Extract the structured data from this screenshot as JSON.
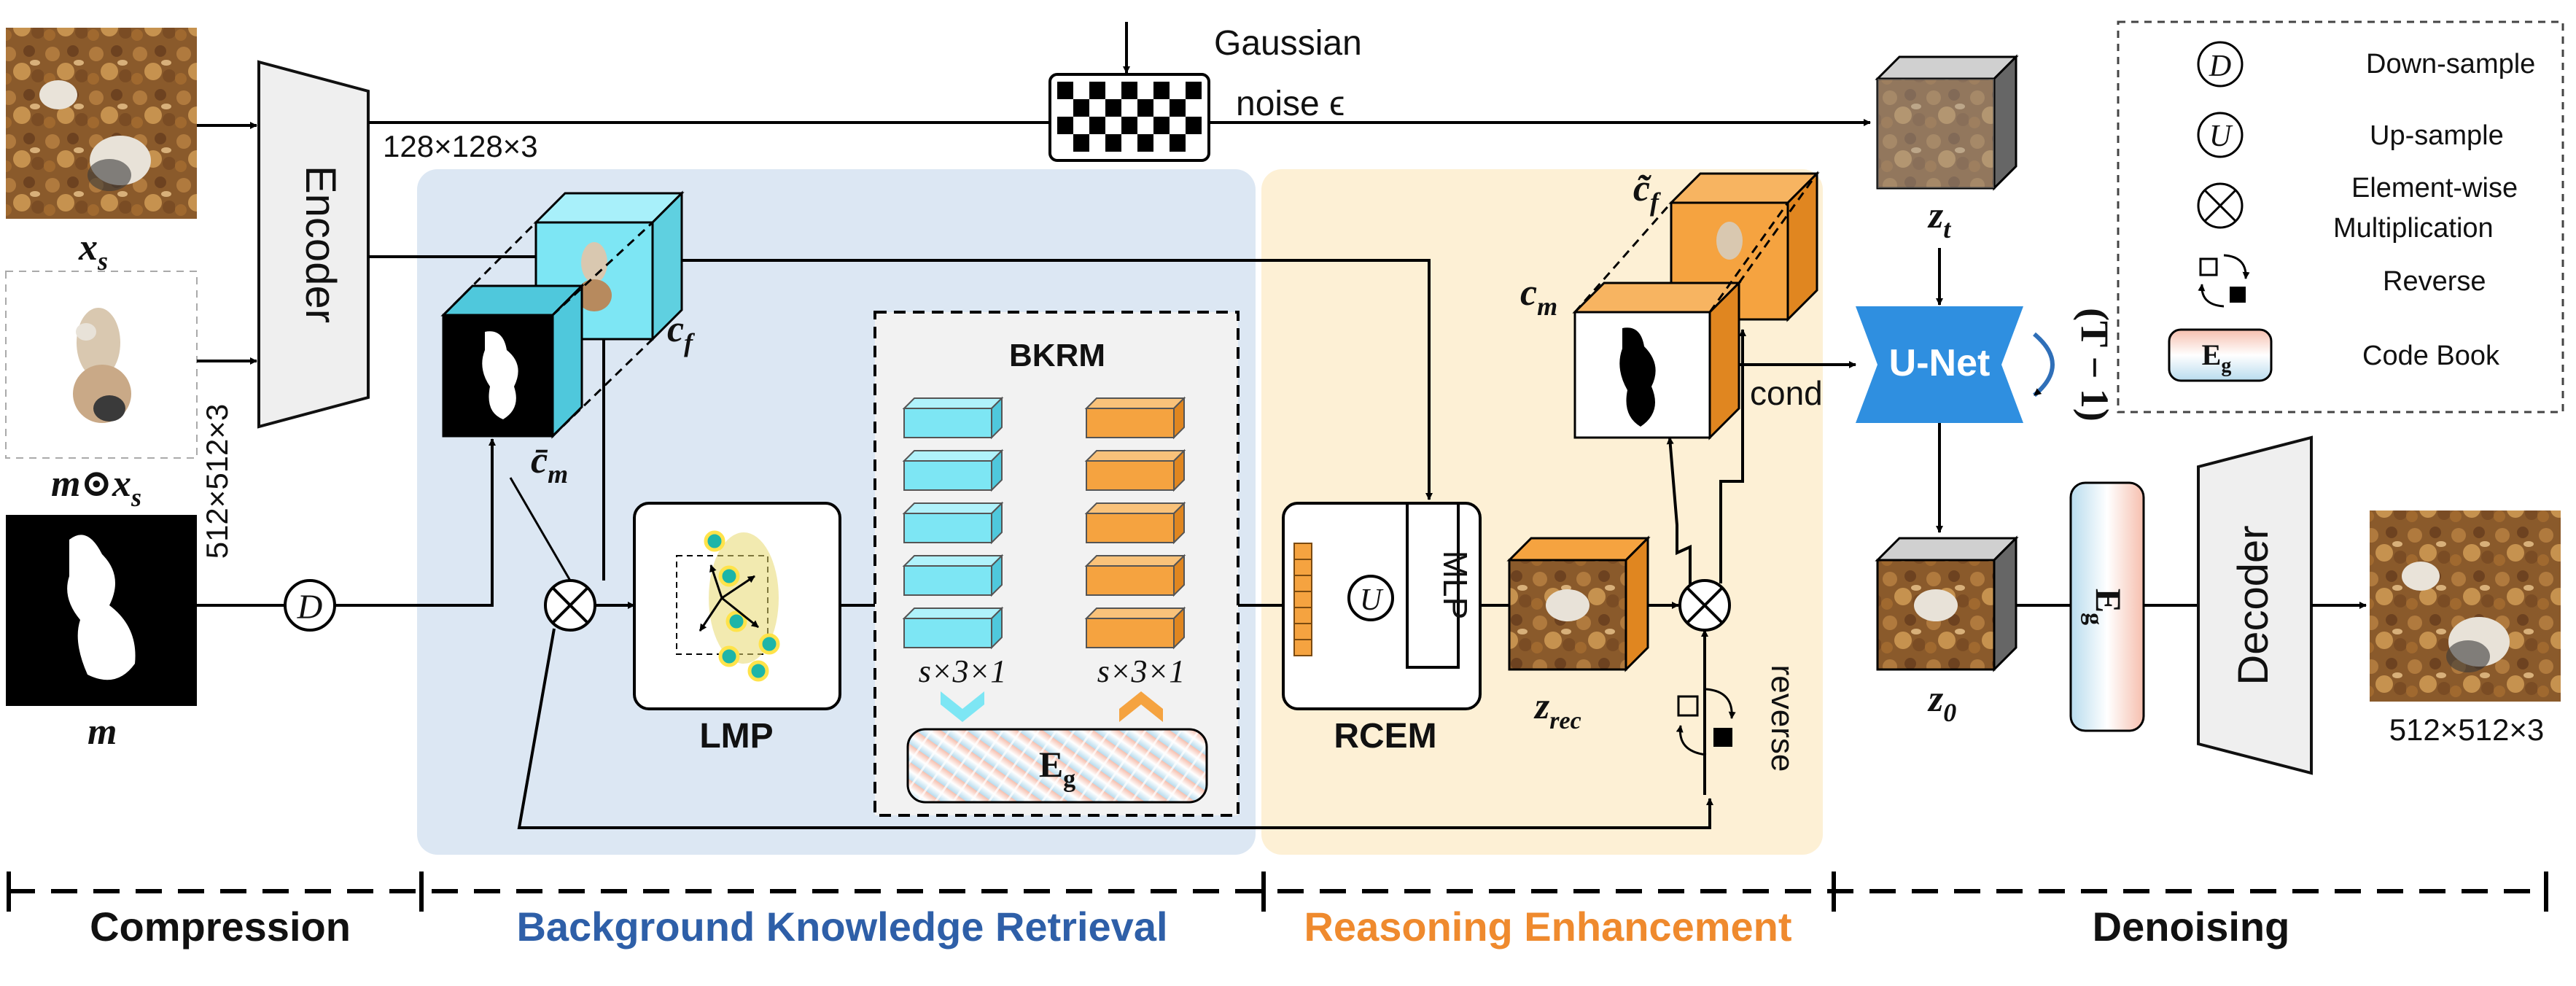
{
  "colors": {
    "retrieval_bg": "#dce7f3",
    "reasoning_bg": "#fdf0d5",
    "cyan": "#7de6f4",
    "orange": "#f5a340",
    "unet_blue": "#2f8fe0",
    "codebook_top": "#f7c7b8",
    "codebook_bottom": "#bfe0ee",
    "bkrm_bg": "#f2f2f2",
    "label_blue": "#2e5fa8",
    "label_orange": "#ef8a2e",
    "dark_text": "#111111"
  },
  "inputs": {
    "xs_label": "x",
    "xs_sub": "s",
    "mxs_label": "m⊙x",
    "mxs_sub": "s",
    "m_label": "m",
    "size_128": "128×128×3",
    "size_512_vertical": "512×512×3"
  },
  "encoder": {
    "label": "Encoder"
  },
  "decoder": {
    "label": "Decoder"
  },
  "noise": {
    "line1": "Gaussian",
    "line2": "noise ϵ"
  },
  "latents": {
    "cf_label": "c",
    "cf_sub": "f",
    "cm_bar_label": "c̄",
    "cm_bar_sub": "m",
    "cf_tilde_label": "c̃",
    "cf_tilde_sub": "f",
    "cm_label": "c",
    "cm_sub": "m",
    "zt_label": "z",
    "zt_sub": "t",
    "z0_label": "z",
    "z0_sub": "0",
    "zrec_label": "z",
    "zrec_sub": "rec"
  },
  "modules": {
    "lmp": "LMP",
    "bkrm": "BKRM",
    "rcem": "RCEM",
    "mlp": "MLP",
    "unet": "U-Net",
    "loop": "(T − 1)",
    "cond": "cond",
    "reverse": "reverse",
    "eg": "E",
    "eg_sub": "g",
    "size_s1": "s×3×1",
    "size_s2": "s×3×1",
    "down_symbol": "D",
    "up_symbol": "U",
    "output_size": "512×512×3"
  },
  "legend": {
    "items": [
      {
        "icon": "down-sample-icon",
        "label": "Down-sample"
      },
      {
        "icon": "up-sample-icon",
        "label": "Up-sample"
      },
      {
        "icon": "multiply-icon",
        "label": "Element-wise Multiplication"
      },
      {
        "icon": "reverse-icon",
        "label": "Reverse"
      },
      {
        "icon": "code-book-icon",
        "label": "Code Book"
      }
    ],
    "multiply_line1": "Element-wise",
    "multiply_line2": "Multiplication"
  },
  "stages": {
    "compression": "Compression",
    "retrieval": "Background Knowledge Retrieval",
    "reasoning": "Reasoning Enhancement",
    "denoising": "Denoising"
  }
}
